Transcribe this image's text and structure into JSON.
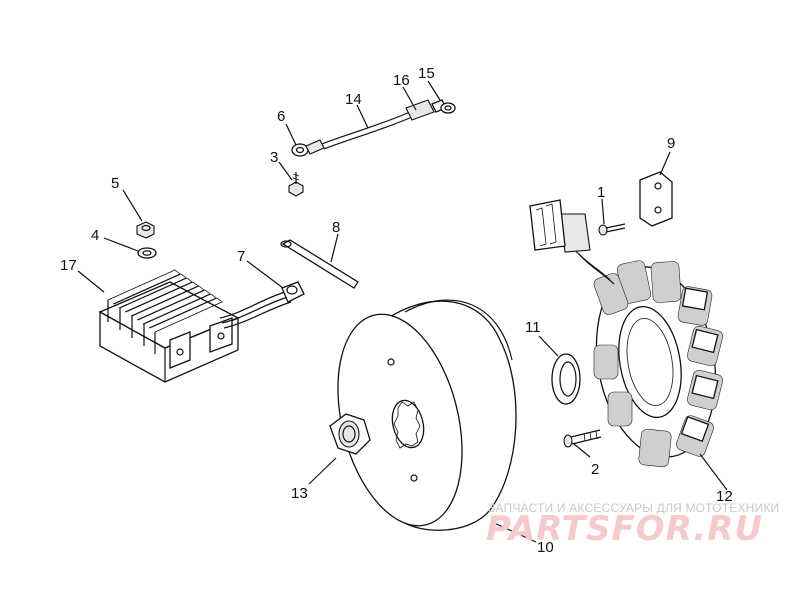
{
  "callouts": {
    "c1": "1",
    "c2": "2",
    "c3": "3",
    "c4": "4",
    "c5": "5",
    "c6": "6",
    "c7": "7",
    "c8": "8",
    "c9": "9",
    "c10": "10",
    "c11": "11",
    "c12": "12",
    "c13": "13",
    "c14": "14",
    "c15": "15",
    "c16": "16",
    "c17": "17"
  },
  "watermark": {
    "tagline": "ЗАПЧАСТИ И АКСЕССУАРЫ ДЛЯ МОТОТЕХНИКИ",
    "brand": "PARTSFOR.RU"
  }
}
